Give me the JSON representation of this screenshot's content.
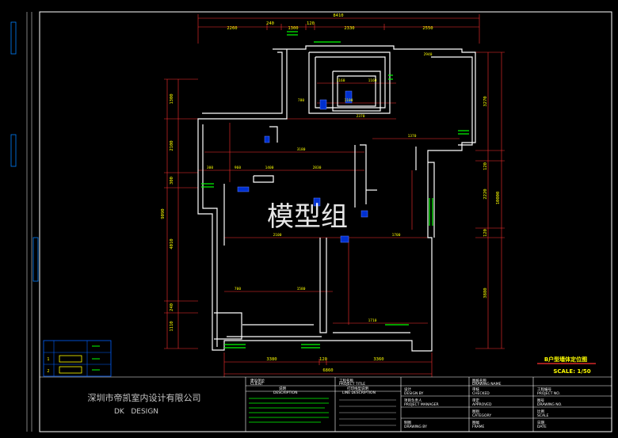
{
  "watermark": "模型组",
  "drawing_title": "B户型墙体定位图",
  "scale_label": "SCALE: 1/50",
  "company": {
    "name_cn": "深圳市帝凯室内设计有限公司",
    "name_en": "DK   DESIGN"
  },
  "dims": {
    "top_total": "8410",
    "top_segments": [
      "2260",
      "240",
      "1300",
      "120",
      "2330",
      "2550"
    ],
    "bottom_total": "6860",
    "bottom_segments": [
      "3380",
      "120",
      "3360"
    ],
    "left": [
      "1300",
      "2100",
      "300",
      "4010",
      "240",
      "1110"
    ],
    "left_total": "9090",
    "right": [
      "3270",
      "120",
      "2220",
      "120",
      "3880"
    ],
    "right_total": "10000",
    "inner": [
      "1160",
      "1160",
      "960",
      "1400",
      "2830",
      "3180",
      "1700",
      "2100",
      "1710",
      "300",
      "700",
      "1580",
      "780",
      "1100",
      "2370",
      "2940",
      "1370"
    ]
  },
  "legend": {
    "rows": [
      "1",
      "2"
    ]
  },
  "title_block": {
    "project_name_label": "工程名称",
    "project_name_en": "PROJECT TITLE",
    "drawing_name_label": "图纸名称",
    "drawing_name_en": "DRAWING NAME",
    "client_label": "建设单位",
    "client_en": "CLIENT",
    "description_label": "说明",
    "description_en": "DESCRIPTION",
    "line_label": "打印线型说明",
    "line_en": "LINE DESCRIPTION",
    "design_label": "设计",
    "design_en": "DESIGN BY",
    "pm_label": "项目负责人",
    "pm_en": "PROJECT MANAGER",
    "drawn_label": "制图",
    "drawn_en": "DRAWING BY",
    "checked_label": "审核",
    "checked_en": "CHECKED",
    "approved_label": "审定",
    "approved_en": "APPROVED",
    "category_label": "图别",
    "category_en": "CATEGORY",
    "frame_label": "图幅",
    "frame_en": "FRAME",
    "proj_no_label": "工程编号",
    "proj_no_en": "PROJECT NO.",
    "drawing_no_label": "图号",
    "drawing_no_en": "DRAWING NO.",
    "scale_label2": "比例",
    "scale_en": "SCALE",
    "date_label": "日期",
    "date_en": "DATE"
  },
  "colors": {
    "wall": "#ffffff",
    "dim": "#ff4040",
    "dimtext": "#ffff00",
    "accent": "#00ff00",
    "frame": "#ffffff",
    "title_block": "#ffffff"
  }
}
